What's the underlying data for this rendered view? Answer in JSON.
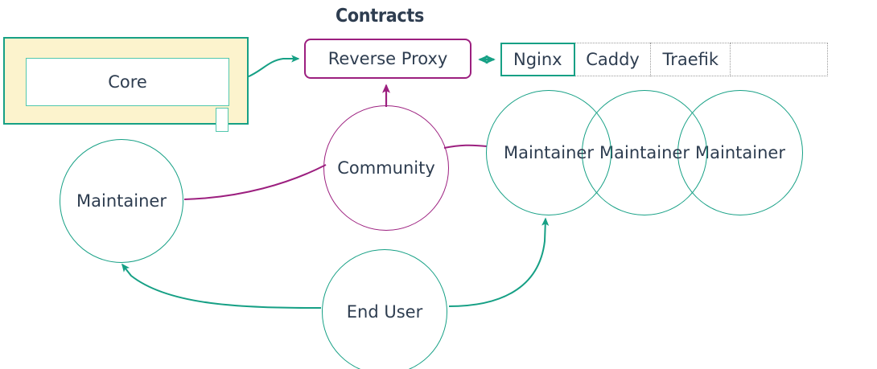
{
  "diagram": {
    "title": "Contracts",
    "colors": {
      "teal": "#16a085",
      "teal_light": "#52c7ad",
      "purple": "#9c1f7f",
      "yellow_fill": "#fcf3cd",
      "text": "#2e3d50",
      "dotted_border": "#9a9a9a"
    },
    "core_package": {
      "label": "Core"
    },
    "contract_node": {
      "label": "Reverse Proxy"
    },
    "implementations": {
      "cells": [
        {
          "label": "Nginx",
          "selected": true,
          "empty": false
        },
        {
          "label": "Caddy",
          "selected": false,
          "empty": false
        },
        {
          "label": "Traefik",
          "selected": false,
          "empty": false
        },
        {
          "label": "",
          "selected": false,
          "empty": true
        }
      ]
    },
    "actors": {
      "maintainer_left": {
        "label": "Maintainer"
      },
      "community": {
        "label": "Community"
      },
      "maintainers_right": [
        {
          "label": "Maintainer"
        },
        {
          "label": "Maintainer"
        },
        {
          "label": "Maintainer"
        }
      ],
      "end_user": {
        "label": "End User"
      }
    },
    "edges": [
      {
        "from": "Core",
        "to": "Reverse Proxy",
        "color": "#16a085",
        "arrow": "single"
      },
      {
        "from": "Reverse Proxy",
        "to": "Nginx",
        "color": "#16a085",
        "arrow": "double"
      },
      {
        "from": "Community",
        "to": "Reverse Proxy",
        "color": "#9c1f7f",
        "arrow": "single"
      },
      {
        "from": "Maintainer",
        "to": "Community",
        "color": "#9c1f7f",
        "arrow": "none"
      },
      {
        "from": "Community",
        "to": "Maintainer",
        "color": "#9c1f7f",
        "arrow": "none"
      },
      {
        "from": "End User",
        "to": "Maintainer",
        "color": "#16a085",
        "arrow": "single"
      },
      {
        "from": "End User",
        "to": "Maintainer",
        "color": "#16a085",
        "arrow": "single"
      }
    ]
  }
}
